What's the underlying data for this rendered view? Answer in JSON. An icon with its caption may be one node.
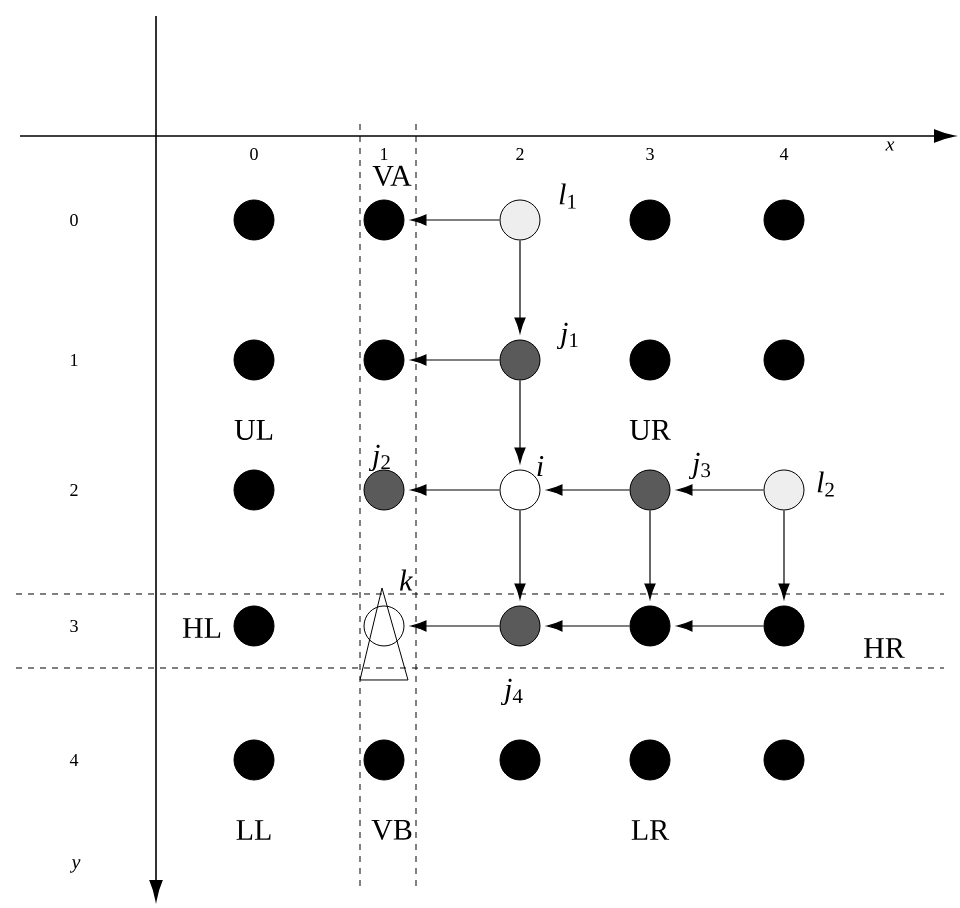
{
  "diagram": {
    "nodes": [
      {
        "text": [],
        "shape": "circle"
      },
      {
        "text": [],
        "shape": "circle"
      },
      {
        "text": [],
        "shape": "circle",
        "beside": [
          "*l*$_{1}$"
        ]
      },
      {
        "text": [],
        "shape": "circle"
      },
      {
        "text": [],
        "shape": "circle"
      },
      {
        "text": [],
        "shape": "circle"
      },
      {
        "text": [],
        "shape": "circle"
      },
      {
        "text": [],
        "shape": "circle",
        "beside": [
          "*j*$_{1}$"
        ]
      },
      {
        "text": [],
        "shape": "circle"
      },
      {
        "text": [],
        "shape": "circle"
      },
      {
        "text": [],
        "shape": "circle"
      },
      {
        "text": [],
        "shape": "circle",
        "beside": [
          "*j*$_{2}$"
        ]
      },
      {
        "text": [],
        "shape": "circle",
        "beside": [
          "*i*"
        ]
      },
      {
        "text": [],
        "shape": "circle",
        "beside": [
          "*j*$_{3}$"
        ]
      },
      {
        "text": [],
        "shape": "circle",
        "beside": [
          "*l*$_{2}$"
        ]
      },
      {
        "text": [],
        "shape": "circle"
      },
      {
        "text": [],
        "shape": "circle",
        "beside": [
          "*k*"
        ]
      },
      {
        "text": [],
        "shape": "circle",
        "beside": [
          "*j*$_{4}$"
        ]
      },
      {
        "text": [],
        "shape": "circle"
      },
      {
        "text": [],
        "shape": "circle"
      },
      {
        "text": [],
        "shape": "circle"
      },
      {
        "text": [],
        "shape": "circle"
      },
      {
        "text": [],
        "shape": "circle"
      },
      {
        "text": [],
        "shape": "circle"
      },
      {
        "text": [],
        "shape": "circle"
      }
    ],
    "edges": [
      {
        "from": 2,
        "to": 1,
        "arrow": "to"
      },
      {
        "from": 2,
        "to": 7,
        "arrow": "to"
      },
      {
        "from": 7,
        "to": 6,
        "arrow": "to"
      },
      {
        "from": 7,
        "to": 12,
        "arrow": "to"
      },
      {
        "from": 12,
        "to": 11,
        "arrow": "to"
      },
      {
        "from": 13,
        "to": 12,
        "arrow": "to"
      },
      {
        "from": 14,
        "to": 13,
        "arrow": "to"
      },
      {
        "from": 12,
        "to": 17,
        "arrow": "to"
      },
      {
        "from": 13,
        "to": 18,
        "arrow": "to"
      },
      {
        "from": 14,
        "to": 19,
        "arrow": "to"
      },
      {
        "from": 19,
        "to": 18,
        "arrow": "to"
      },
      {
        "from": 18,
        "to": 17,
        "arrow": "to"
      },
      {
        "from": 17,
        "to": 16,
        "arrow": "to"
      }
    ],
    "labels": [
      "0",
      "1",
      "2",
      "3",
      "4",
      "x",
      "0",
      "VA",
      "1",
      "UL",
      "UR",
      "2",
      "3",
      "HL",
      "HR",
      "4",
      "LL",
      "VB",
      "LR",
      "y"
    ]
  }
}
